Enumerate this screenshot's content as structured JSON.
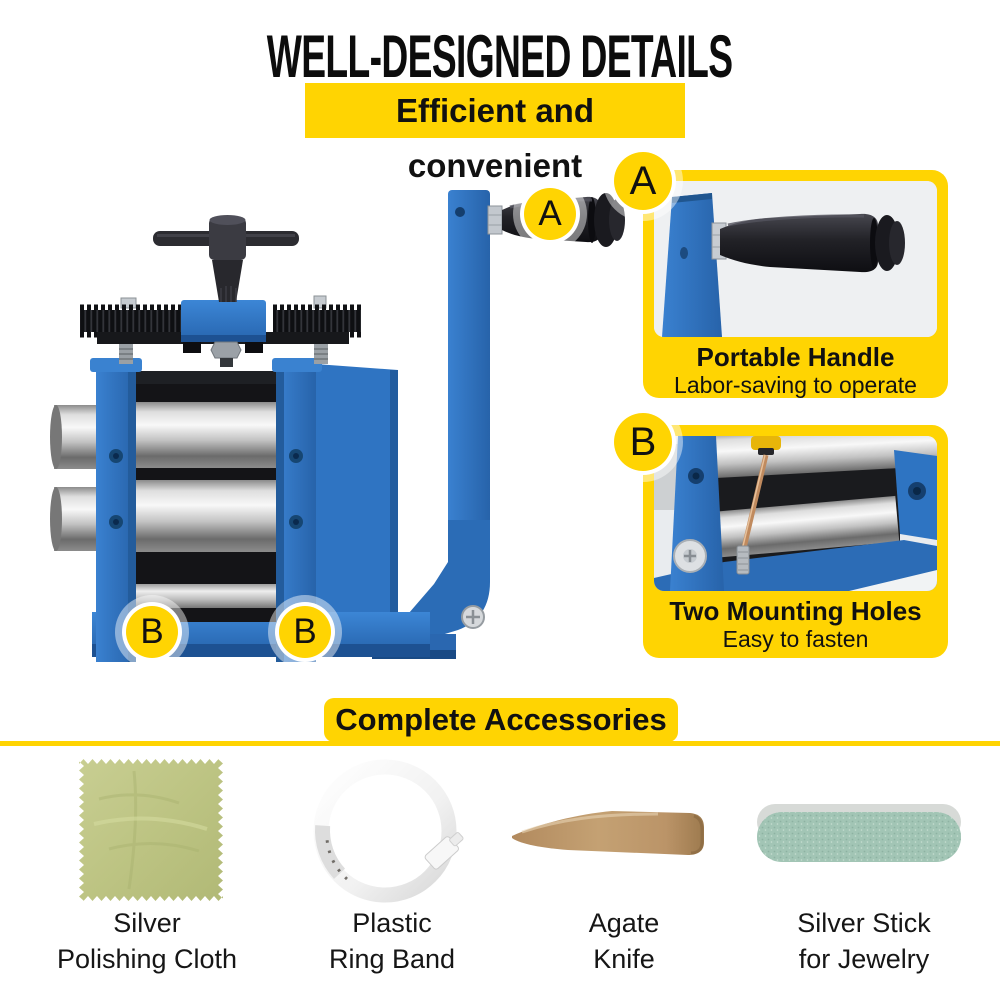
{
  "header": {
    "title": "WELL-DESIGNED DETAILS",
    "subtitle": "Efficient and convenient"
  },
  "sections": {
    "accessories_title": "Complete Accessories"
  },
  "callouts": {
    "a": {
      "letter": "A",
      "title": "Portable Handle",
      "subtitle": "Labor-saving to operate"
    },
    "b": {
      "letter": "B",
      "title": "Two Mounting Holes",
      "subtitle": "Easy to fasten"
    }
  },
  "accessories": [
    {
      "line1": "Silver",
      "line2": "Polishing Cloth"
    },
    {
      "line1": "Plastic",
      "line2": "Ring Band"
    },
    {
      "line1": "Agate",
      "line2": "Knife"
    },
    {
      "line1": "Silver Stick",
      "line2": "for Jewelry"
    }
  ],
  "colors": {
    "accent_yellow": "#FFD402",
    "machine_blue": "#2F74C2",
    "text_black": "#111111"
  }
}
